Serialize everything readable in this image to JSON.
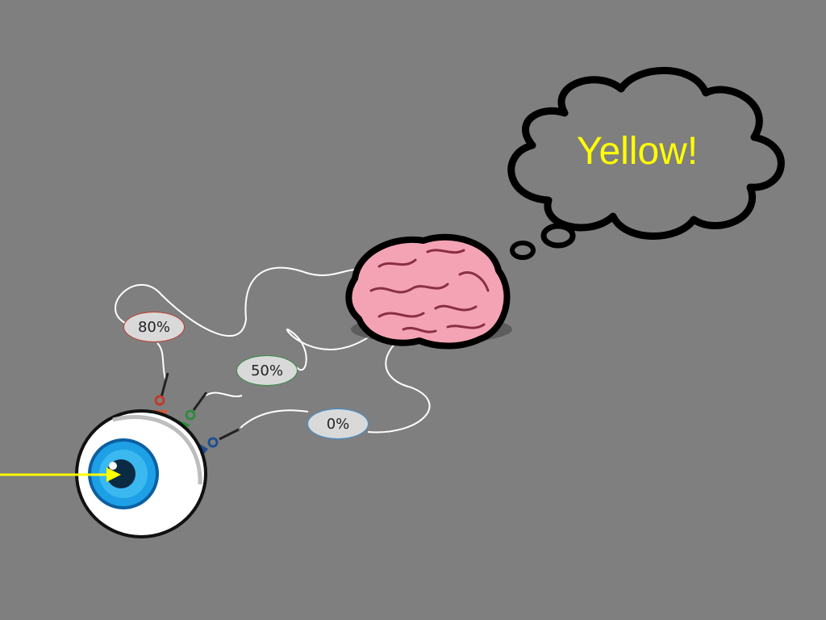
{
  "thought": {
    "text": "Yellow!",
    "text_color": "#ffff00"
  },
  "signals": [
    {
      "label": "80%",
      "border_color": "#c0392b"
    },
    {
      "label": "50%",
      "border_color": "#2e8b3e"
    },
    {
      "label": "0%",
      "border_color": "#3a8fd6"
    }
  ],
  "colors": {
    "background": "#7f7f7f",
    "light_ray": "#ffff00",
    "iris": "#1ea0e6",
    "brain": "#f4a3b4"
  },
  "icons": {
    "eye": "eyeball-icon",
    "brain": "brain-icon",
    "thought_bubble": "thought-cloud-icon"
  }
}
